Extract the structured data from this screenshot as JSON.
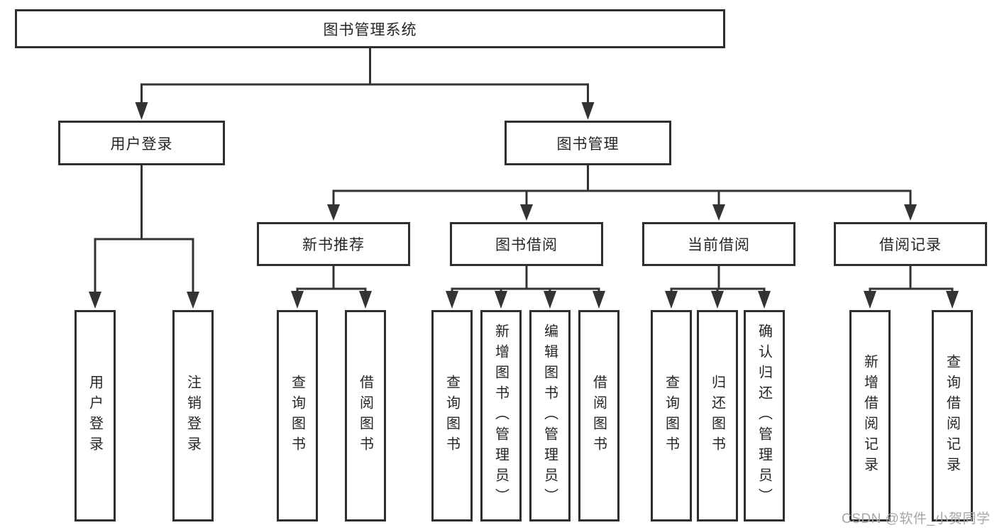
{
  "colors": {
    "line": "#333333",
    "border": "#2f2f2f",
    "text": "#262626",
    "watermark": "#a6a6a6",
    "bg": "#ffffff"
  },
  "watermark": {
    "text": "CSDN @软件_小贺同学"
  },
  "tree": {
    "root": {
      "label": "图书管理系统"
    },
    "level2": [
      {
        "label": "用户登录",
        "children": [
          {
            "label": "用户登录"
          },
          {
            "label": "注销登录"
          }
        ]
      },
      {
        "label": "图书管理",
        "children": [
          {
            "label": "新书推荐",
            "children": [
              {
                "label": "查询图书"
              },
              {
                "label": "借阅图书"
              }
            ]
          },
          {
            "label": "图书借阅",
            "children": [
              {
                "label": "查询图书"
              },
              {
                "label": "新增图书（管理员）"
              },
              {
                "label": "编辑图书（管理员）"
              },
              {
                "label": "借阅图书"
              }
            ]
          },
          {
            "label": "当前借阅",
            "children": [
              {
                "label": "查询图书"
              },
              {
                "label": "归还图书"
              },
              {
                "label": "确认归还（管理员）"
              }
            ]
          },
          {
            "label": "借阅记录",
            "children": [
              {
                "label": "新增借阅记录"
              },
              {
                "label": "查询借阅记录"
              }
            ]
          }
        ]
      }
    ]
  }
}
